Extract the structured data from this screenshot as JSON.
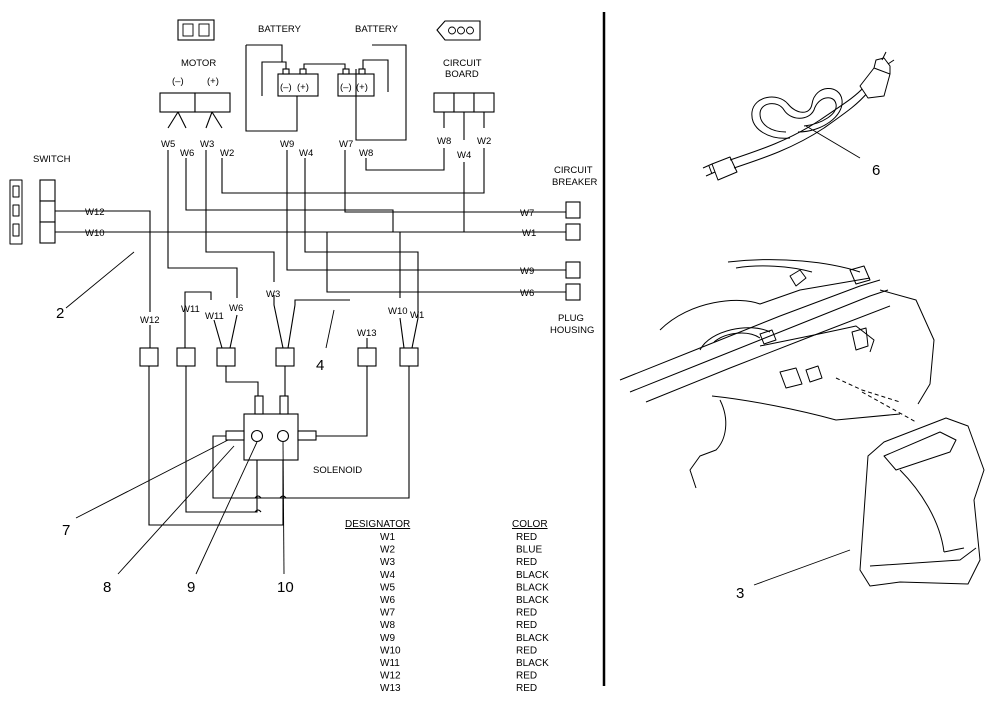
{
  "labels": {
    "battery_left": "BATTERY",
    "battery_right": "BATTERY",
    "motor": "MOTOR",
    "motor_neg": "(–)",
    "motor_pos": "(+)",
    "circuit_board_1": "CIRCUIT",
    "circuit_board_2": "BOARD",
    "switch": "SWITCH",
    "circuit_breaker_1": "CIRCUIT",
    "circuit_breaker_2": "BREAKER",
    "plug_housing_1": "PLUG",
    "plug_housing_2": "HOUSING",
    "solenoid": "SOLENOID",
    "batt_neg": "(–)",
    "batt_pos": "(+)"
  },
  "wires": {
    "w1": "W1",
    "w2": "W2",
    "w3": "W3",
    "w4": "W4",
    "w5": "W5",
    "w6": "W6",
    "w7": "W7",
    "w8": "W8",
    "w9": "W9",
    "w10": "W10",
    "w11": "W11",
    "w12": "W12",
    "w13": "W13"
  },
  "callouts": {
    "c2": "2",
    "c3": "3",
    "c4": "4",
    "c6": "6",
    "c7": "7",
    "c8": "8",
    "c9": "9",
    "c10": "10"
  },
  "table": {
    "header_designator": "DESIGNATOR",
    "header_color": "COLOR",
    "rows": [
      {
        "designator": "W1",
        "color": "RED"
      },
      {
        "designator": "W2",
        "color": "BLUE"
      },
      {
        "designator": "W3",
        "color": "RED"
      },
      {
        "designator": "W4",
        "color": "BLACK"
      },
      {
        "designator": "W5",
        "color": "BLACK"
      },
      {
        "designator": "W6",
        "color": "BLACK"
      },
      {
        "designator": "W7",
        "color": "RED"
      },
      {
        "designator": "W8",
        "color": "RED"
      },
      {
        "designator": "W9",
        "color": "BLACK"
      },
      {
        "designator": "W10",
        "color": "RED"
      },
      {
        "designator": "W11",
        "color": "BLACK"
      },
      {
        "designator": "W12",
        "color": "RED"
      },
      {
        "designator": "W13",
        "color": "RED"
      }
    ]
  },
  "colors": {
    "ink": "#000000",
    "paper": "#ffffff"
  }
}
